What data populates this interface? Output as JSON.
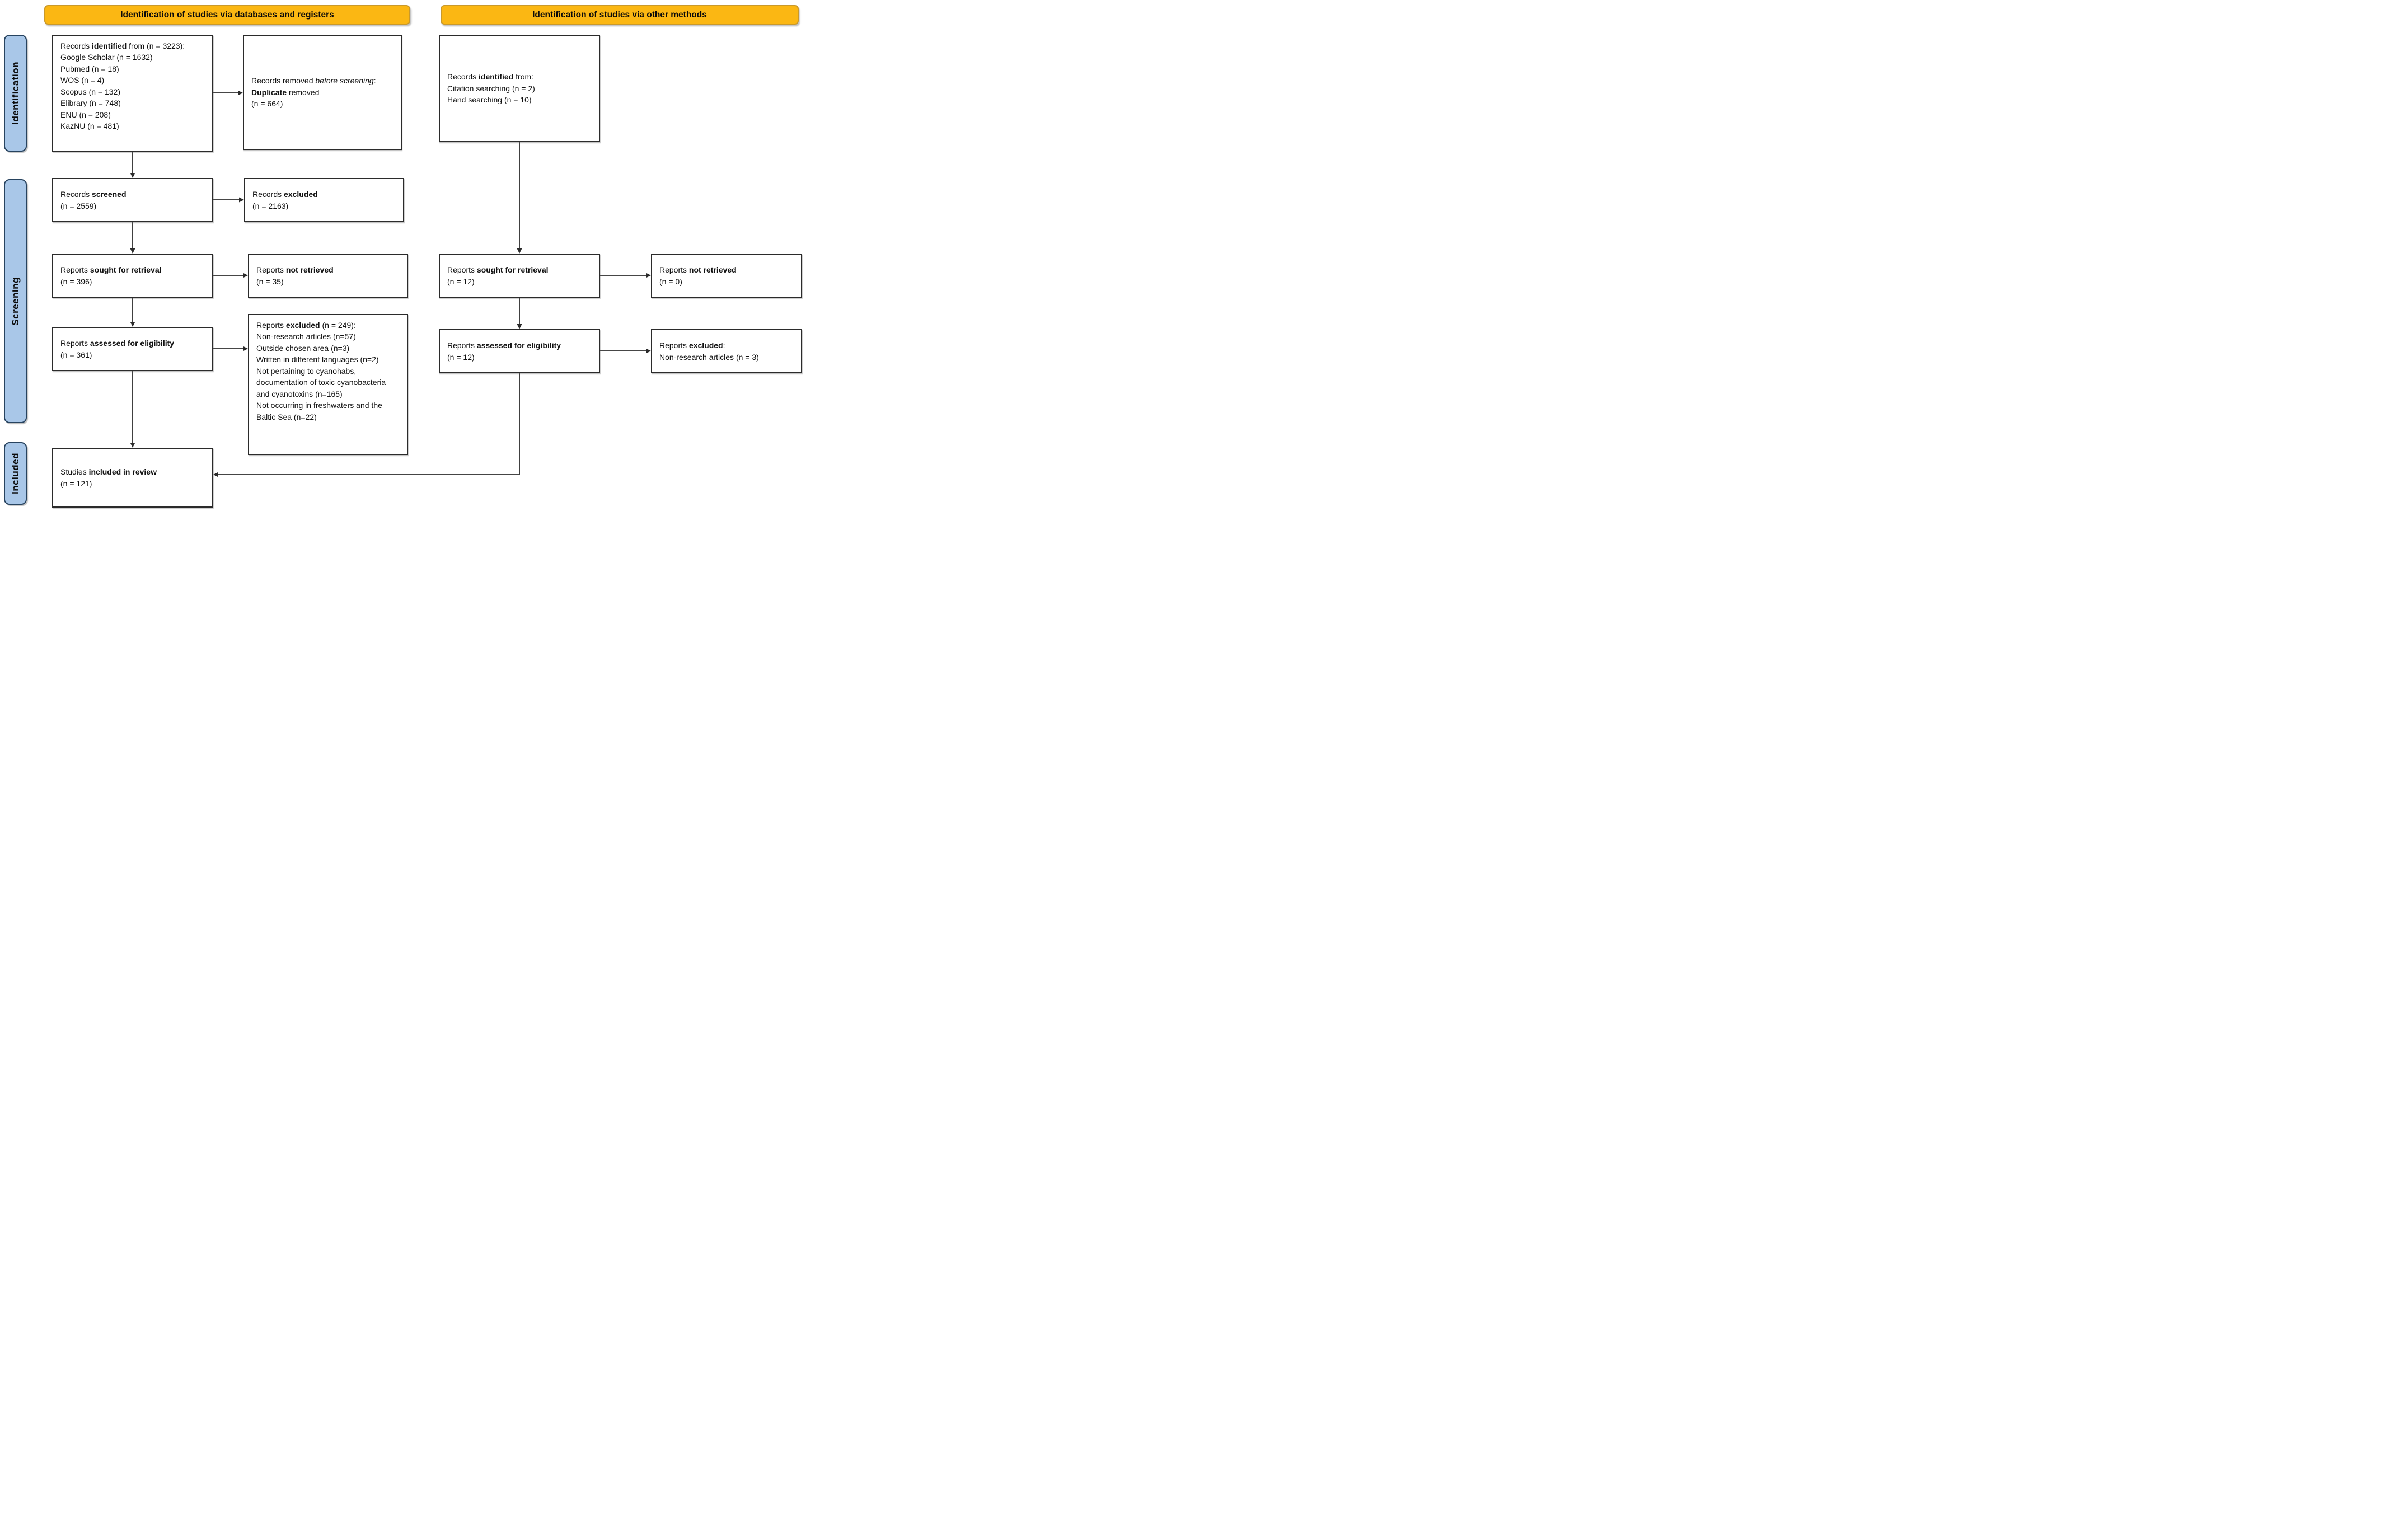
{
  "headers": {
    "databases": "Identification of studies via databases and registers",
    "other": "Identification of studies via other methods"
  },
  "stage_labels": {
    "identification": "Identification",
    "screening": "Screening",
    "included": "Included"
  },
  "colors": {
    "header-bg": "#FBB713",
    "header-border": "#C9992B",
    "stage-bg": "#A9C7E8",
    "stage-border": "#27435F",
    "box-border": "#2B2B2B",
    "arrow": "#2B2B2B"
  },
  "boxes": {
    "records_identified_db": [
      {
        "t": "Records "
      },
      {
        "t": "identified",
        "b": true
      },
      {
        "t": " from (n = 3223):"
      },
      {
        "br": true
      },
      {
        "t": "Google Scholar (n = 1632)"
      },
      {
        "br": true
      },
      {
        "t": "Pubmed (n = 18)"
      },
      {
        "br": true
      },
      {
        "t": "WOS (n = 4)"
      },
      {
        "br": true
      },
      {
        "t": "Scopus (n = 132)"
      },
      {
        "br": true
      },
      {
        "t": "Elibrary (n = 748)"
      },
      {
        "br": true
      },
      {
        "t": "ENU (n = 208)"
      },
      {
        "br": true
      },
      {
        "t": "KazNU (n = 481)"
      }
    ],
    "records_removed": [
      {
        "t": "Records removed "
      },
      {
        "t": "before screening",
        "i": true
      },
      {
        "t": ":"
      },
      {
        "br": true
      },
      {
        "t": "Duplicate",
        "b": true
      },
      {
        "t": " removed"
      },
      {
        "br": true
      },
      {
        "t": "(n = 664)"
      }
    ],
    "records_screened": [
      {
        "t": "Records "
      },
      {
        "t": "screened",
        "b": true
      },
      {
        "br": true
      },
      {
        "t": "(n = 2559)"
      }
    ],
    "records_excluded": [
      {
        "t": "Records "
      },
      {
        "t": "excluded",
        "b": true
      },
      {
        "br": true
      },
      {
        "t": "(n = 2163)"
      }
    ],
    "reports_sought_db": [
      {
        "t": "Reports "
      },
      {
        "t": "sought for retrieval",
        "b": true
      },
      {
        "br": true
      },
      {
        "t": "(n = 396)"
      }
    ],
    "reports_not_retrieved_db": [
      {
        "t": "Reports "
      },
      {
        "t": "not retrieved",
        "b": true
      },
      {
        "br": true
      },
      {
        "t": "(n = 35)"
      }
    ],
    "reports_assessed_db": [
      {
        "t": "Reports "
      },
      {
        "t": "assessed for eligibility",
        "b": true
      },
      {
        "br": true
      },
      {
        "t": "(n = 361)"
      }
    ],
    "reports_excluded_db": [
      {
        "t": "Reports "
      },
      {
        "t": "excluded",
        "b": true
      },
      {
        "t": " (n = 249):"
      },
      {
        "br": true
      },
      {
        "t": "Non-research articles (n=57)"
      },
      {
        "br": true
      },
      {
        "t": "Outside chosen area (n=3)"
      },
      {
        "br": true
      },
      {
        "t": "Written in different languages (n=2)"
      },
      {
        "br": true
      },
      {
        "t": "Not pertaining to cyanohabs, documentation of toxic cyanobacteria and cyanotoxins (n=165)"
      },
      {
        "br": true
      },
      {
        "t": "Not occurring in freshwaters and the Baltic Sea (n=22)"
      }
    ],
    "studies_included": [
      {
        "t": "Studies "
      },
      {
        "t": "included in review",
        "b": true
      },
      {
        "br": true
      },
      {
        "t": "(n = 121)"
      }
    ],
    "records_identified_other": [
      {
        "t": "Records "
      },
      {
        "t": "identified",
        "b": true
      },
      {
        "t": " from:"
      },
      {
        "br": true
      },
      {
        "t": "Citation searching (n = 2)"
      },
      {
        "br": true
      },
      {
        "t": "Hand searching (n = 10)"
      }
    ],
    "reports_sought_other": [
      {
        "t": "Reports "
      },
      {
        "t": "sought for retrieval",
        "b": true
      },
      {
        "br": true
      },
      {
        "t": "(n = 12)"
      }
    ],
    "reports_not_retrieved_other": [
      {
        "t": "Reports "
      },
      {
        "t": "not retrieved",
        "b": true
      },
      {
        "br": true
      },
      {
        "t": "(n = 0)"
      }
    ],
    "reports_assessed_other": [
      {
        "t": "Reports "
      },
      {
        "t": "assessed for eligibility",
        "b": true
      },
      {
        "br": true
      },
      {
        "t": "(n = 12)"
      }
    ],
    "reports_excluded_other": [
      {
        "t": "Reports "
      },
      {
        "t": "excluded",
        "b": true
      },
      {
        "t": ":"
      },
      {
        "br": true
      },
      {
        "t": "Non-research articles (n = 3)"
      }
    ]
  }
}
